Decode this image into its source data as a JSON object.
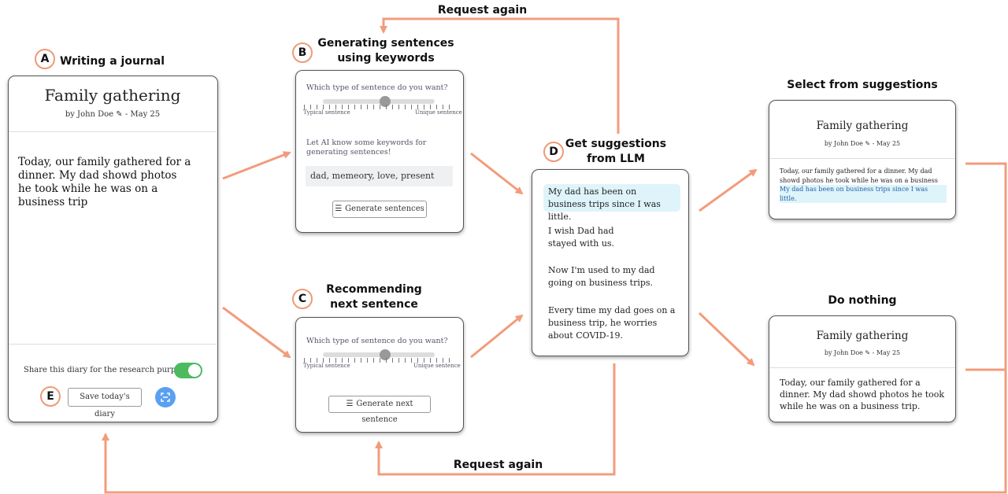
{
  "labels": {
    "request_again_top": "Request again",
    "request_again_bottom": "Request again",
    "a_title": "Writing a journal",
    "b_title_1": "Generating sentences",
    "b_title_2": "using keywords",
    "c_title_1": "Recommending",
    "c_title_2": "next sentence",
    "d_title_1": "Get suggestions",
    "d_title_2": "from LLM",
    "select_title": "Select from suggestions",
    "nothing_title": "Do nothing"
  },
  "badges": {
    "a": "A",
    "b": "B",
    "c": "C",
    "d": "D",
    "e": "E"
  },
  "journal": {
    "title": "Family gathering",
    "byline": "by John Doe ✎ - May 25",
    "body": "Today, our family gathered for a dinner. My dad showd photos he took while he was on a business trip",
    "share_label": "Share this diary for the research purposes",
    "share_on": true,
    "save_button": "Save today's diary"
  },
  "panel_b": {
    "question": "Which type of sentence do you want?",
    "left_label": "Typical sentence",
    "right_label": "Unique sentence",
    "slider_value": 0.55,
    "keywords_prompt": "Let AI know some keywords for generating sentences!",
    "keywords_value": "dad, memeory, love, present",
    "button": "Generate sentences"
  },
  "panel_c": {
    "question": "Which type of sentence do you want?",
    "left_label": "Typical sentence",
    "right_label": "Unique sentence",
    "slider_value": 0.55,
    "button": "Generate next sentence"
  },
  "suggestions": [
    "My dad has been on business trips since I was little.",
    "I wish Dad had stayed with us.",
    "Now I'm used to my dad going on business trips.",
    "Every time my dad goes on a business trip, he worries about COVID-19."
  ],
  "select_card": {
    "title": "Family gathering",
    "byline": "by John Doe ✎ - May 25",
    "body": "Today, our family gathered for a dinner. My dad showd photos he took while he was on a business trip.",
    "added": "My dad has been on business trips since I was little."
  },
  "nothing_card": {
    "title": "Family gathering",
    "byline": "by John Doe ✎ - May 25",
    "body": "Today, our family gathered for a dinner. My dad showd photos he took while he was on a business trip."
  },
  "colors": {
    "arrow": "#f29c7c",
    "highlight": "#dff4fa",
    "toggle": "#4cbb5f",
    "scan": "#5aa0f2"
  }
}
